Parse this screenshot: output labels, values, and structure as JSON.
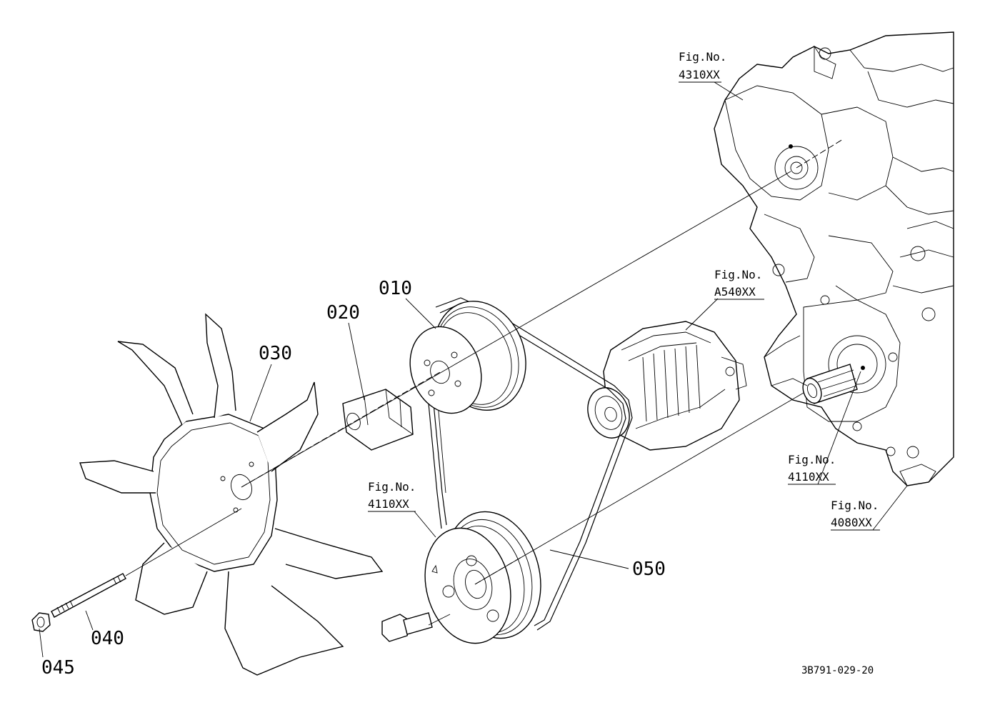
{
  "parts": {
    "p010": "010",
    "p020": "020",
    "p030": "030",
    "p040": "040",
    "p045": "045",
    "p050": "050"
  },
  "figure_refs": {
    "ref_4310": {
      "prefix": "Fig.No.",
      "number": "4310XX"
    },
    "ref_a540": {
      "prefix": "Fig.No.",
      "number": "A540XX"
    },
    "ref_4110_right": {
      "prefix": "Fig.No.",
      "number": "4110XX"
    },
    "ref_4080": {
      "prefix": "Fig.No.",
      "number": "4080XX"
    },
    "ref_4110_left": {
      "prefix": "Fig.No.",
      "number": "4110XX"
    }
  },
  "drawing_code": "3B791-029-20"
}
